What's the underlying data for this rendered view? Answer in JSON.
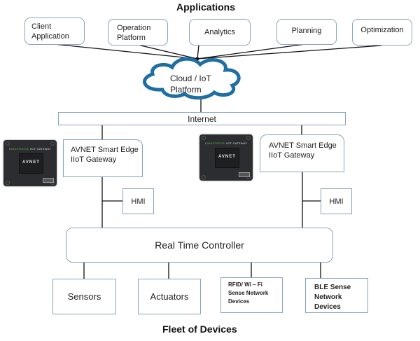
{
  "titles": {
    "applications": "Applications",
    "fleet": "Fleet of Devices"
  },
  "applications": [
    {
      "line1": "Client",
      "line2": "Application"
    },
    {
      "line1": "Operation",
      "line2": "Platform"
    },
    {
      "line1": "Analytics",
      "line2": ""
    },
    {
      "line1": "Planning",
      "line2": ""
    },
    {
      "line1": "Optimization",
      "line2": ""
    }
  ],
  "cloud": {
    "line1": "Cloud / IoT",
    "line2": "Platform",
    "color": "#1f6fa3"
  },
  "internet": {
    "label": "Internet"
  },
  "gateways": [
    {
      "line1": "AVNET Smart Edge",
      "line2": "IIoT Gateway",
      "device_brand_green": "SMARTEDGE",
      "device_brand_white": "IIOT GATEWAY",
      "device_logo": "AVNET"
    },
    {
      "line1": "AVNET Smart Edge",
      "line2": "IIoT Gateway",
      "device_brand_green": "SMARTEDGE",
      "device_brand_white": "IIOT GATEWAY",
      "device_logo": "AVNET"
    }
  ],
  "hmi": [
    {
      "label": "HMI"
    },
    {
      "label": "HMI"
    }
  ],
  "controller": {
    "label": "Real Time Controller"
  },
  "devices": [
    {
      "line1": "Sensors",
      "line2": "",
      "line3": ""
    },
    {
      "line1": "Actuators",
      "line2": "",
      "line3": ""
    },
    {
      "line1": "RFID/ Wi – Fi",
      "line2": "Sense Network",
      "line3": "Devices"
    },
    {
      "line1": "BLE Sense",
      "line2": "Network",
      "line3": "Devices"
    }
  ]
}
